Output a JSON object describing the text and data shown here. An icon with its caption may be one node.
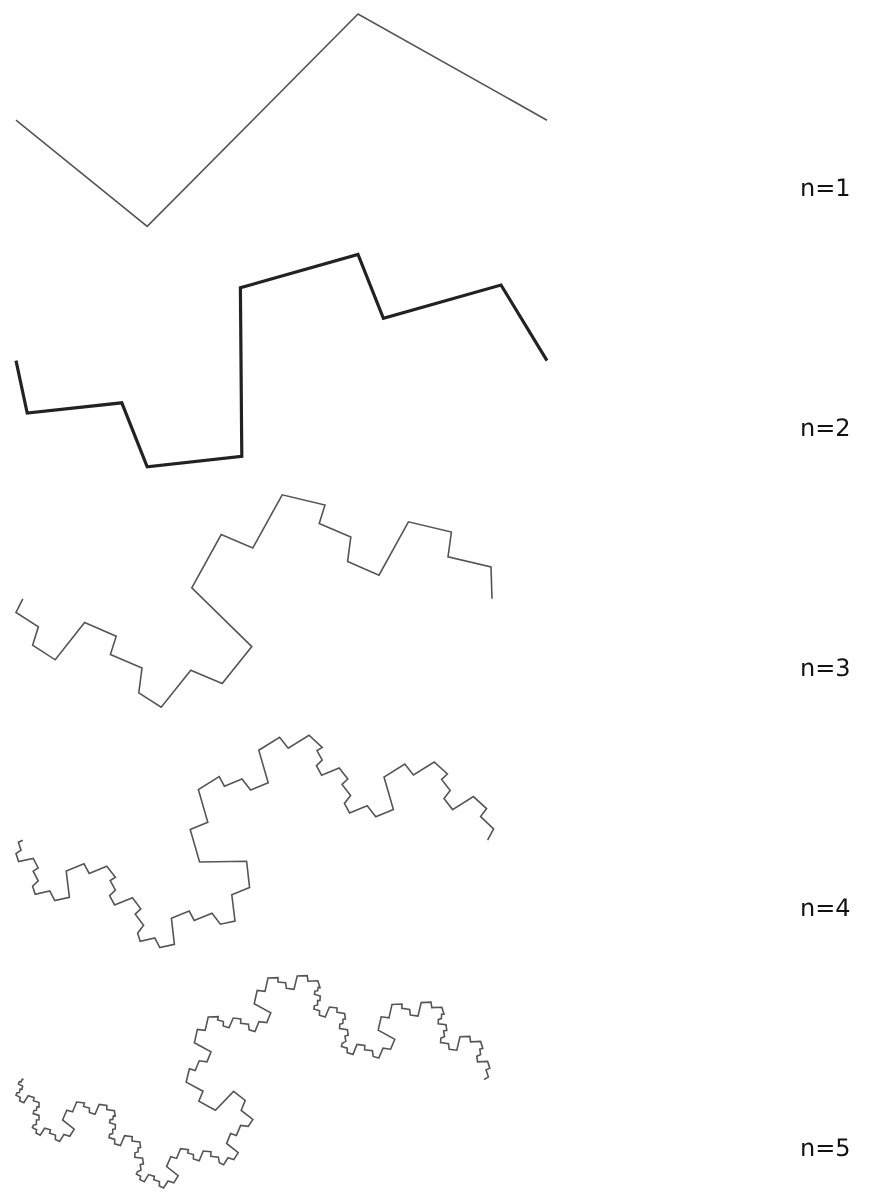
{
  "diagram": {
    "labels": [
      "n=1",
      "n=2",
      "n=3",
      "n=4",
      "n=5"
    ]
  }
}
